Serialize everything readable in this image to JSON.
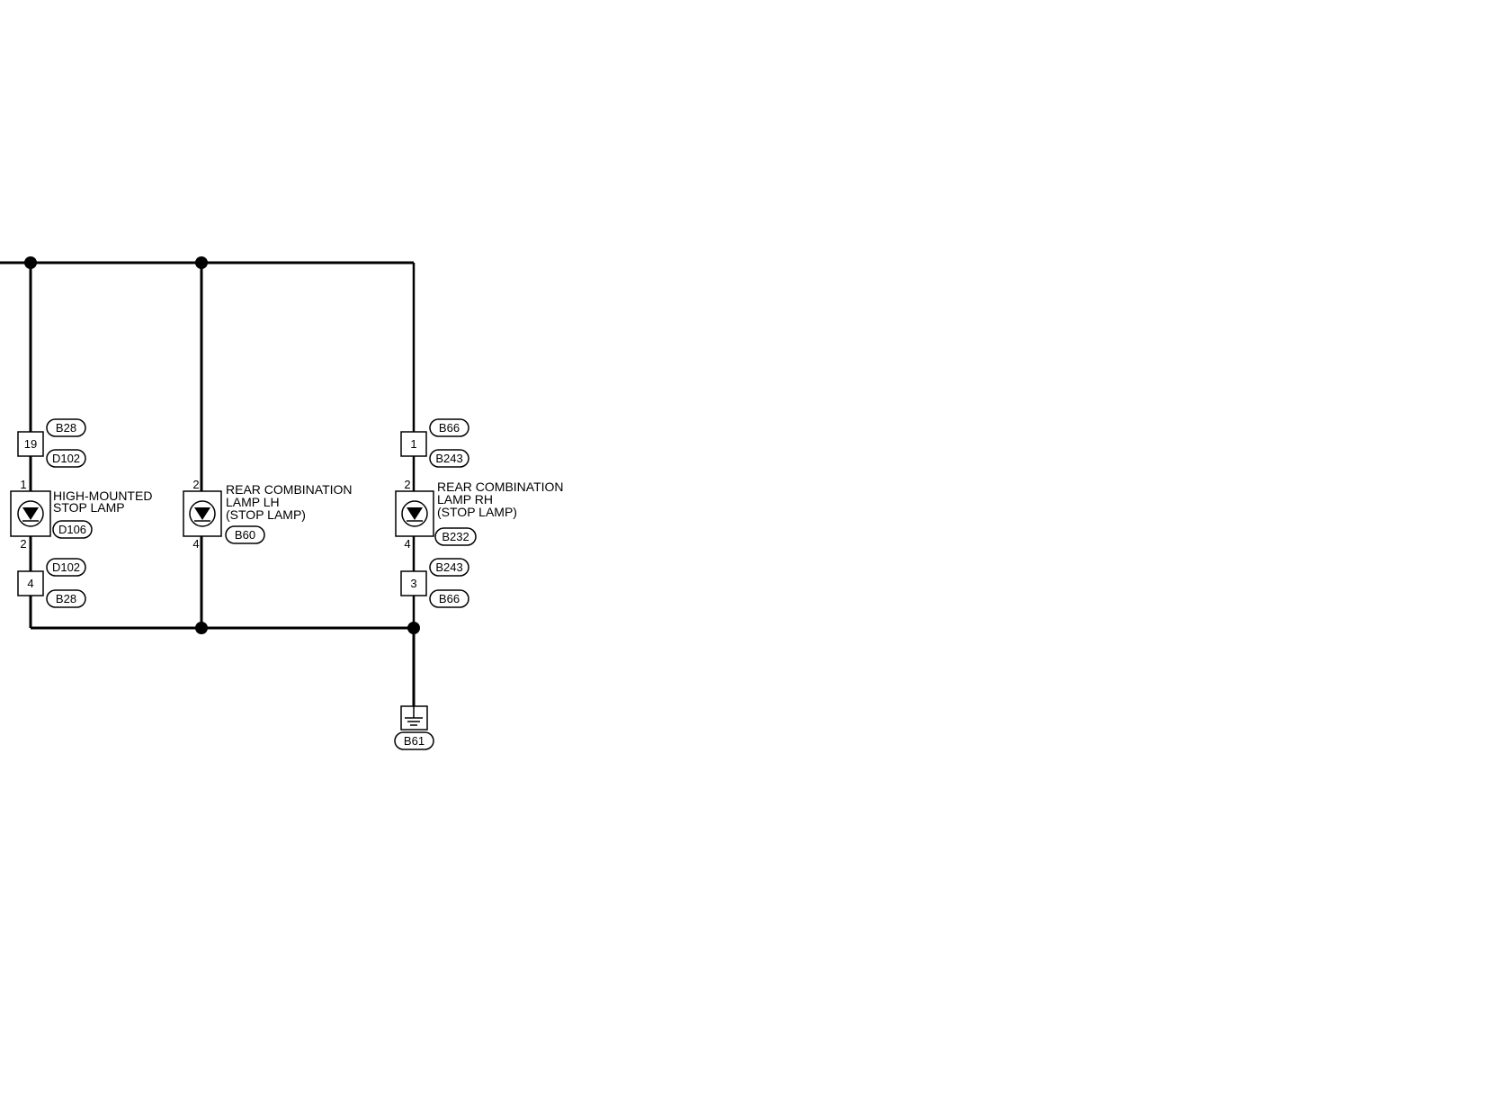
{
  "components": {
    "high_mounted": {
      "line1": "HIGH-MOUNTED",
      "line2": "STOP LAMP",
      "connector": "D106",
      "pin_top": "1",
      "pin_bottom": "2"
    },
    "rear_lh": {
      "line1": "REAR COMBINATION",
      "line2": "LAMP LH",
      "line3": "(STOP LAMP)",
      "connector": "B60",
      "pin_top": "2",
      "pin_bottom": "4"
    },
    "rear_rh": {
      "line1": "REAR COMBINATION",
      "line2": "LAMP RH",
      "line3": "(STOP LAMP)",
      "connector": "B232",
      "pin_top": "2",
      "pin_bottom": "4"
    }
  },
  "junctions": {
    "left_top": {
      "terminal": "19",
      "upper": "B28",
      "lower": "D102"
    },
    "left_bottom": {
      "terminal": "4",
      "upper": "D102",
      "lower": "B28"
    },
    "right_top": {
      "terminal": "1",
      "upper": "B66",
      "lower": "B243"
    },
    "right_bottom": {
      "terminal": "3",
      "upper": "B243",
      "lower": "B66"
    }
  },
  "ground": {
    "connector": "B61"
  },
  "colors": {
    "line": "#000000",
    "background": "#ffffff"
  }
}
